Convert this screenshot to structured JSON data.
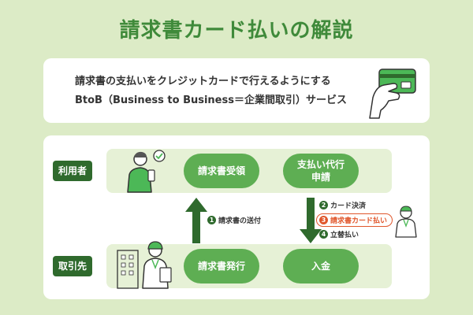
{
  "title": "請求書カード払いの解説",
  "description": {
    "line1": "請求書の支払いをクレジットカードで行えるようにする",
    "line2": "BtoB（Business to Business＝企業間取引）サービス"
  },
  "roles": {
    "user": "利用者",
    "partner": "取引先"
  },
  "nodes": {
    "receive": "請求書受領",
    "proxy": "支払い代行\n申請",
    "issue": "請求書発行",
    "deposit": "入金"
  },
  "steps": {
    "send": {
      "num": "1",
      "label": "請求書の送付"
    },
    "card": {
      "num": "2",
      "label": "カード決済"
    },
    "invoice": {
      "num": "3",
      "label": "請求書カード払い"
    },
    "advance": {
      "num": "4",
      "label": "立替払い"
    }
  },
  "colors": {
    "background": "#dcebc6",
    "accent_green": "#5eae53",
    "dark_green": "#2f6a2d",
    "title_green": "#3f8a3a",
    "highlight_orange": "#e0562b"
  }
}
